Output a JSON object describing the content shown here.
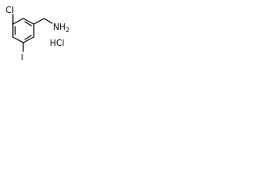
{
  "molecule": {
    "atoms": {
      "chlorine": "Cl",
      "amine": "NH",
      "amine_subscript": "2",
      "iodine": "I"
    },
    "salt": "HCl"
  },
  "colors": {
    "bond": "#000000",
    "text": "#000000",
    "background": "#ffffff"
  }
}
